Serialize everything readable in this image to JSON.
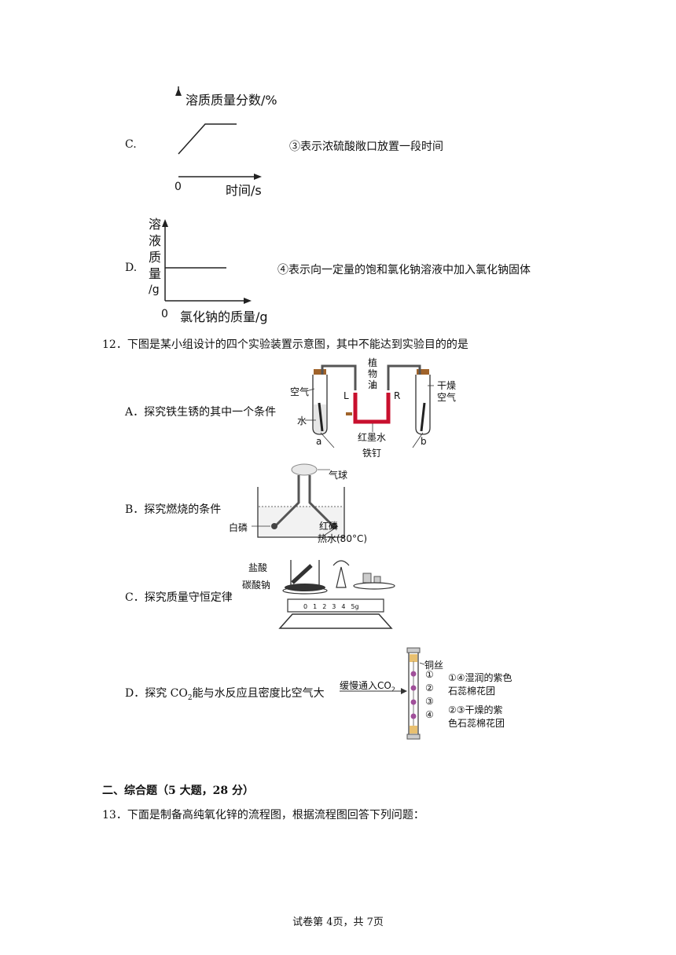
{
  "option_c": {
    "letter": "C.",
    "y_label": "溶质质量分数/%",
    "origin": "0",
    "x_label": "时间/s",
    "desc": "③表示浓硫酸敞口放置一段时间"
  },
  "option_d": {
    "letter": "D.",
    "y_label_chars": [
      "溶",
      "液",
      "质",
      "量"
    ],
    "y_unit": "/g",
    "origin": "0",
    "x_label": "氯化钠的质量/g",
    "desc": "④表示向一定量的饱和氯化钠溶液中加入氯化钠固体"
  },
  "q12": {
    "stem": "12．下图是某小组设计的四个实验装置示意图，其中不能达到实验目的的是",
    "a": {
      "text": "A．探究铁生锈的其中一个条件",
      "labels": {
        "air": "空气",
        "water": "水",
        "tube_a": "a",
        "oil": [
          "植",
          "物",
          "油"
        ],
        "L": "L",
        "R": "R",
        "dry_air": [
          "干燥",
          "空气"
        ],
        "red_ink": "红墨水",
        "nail": "铁钉",
        "tube_b": "b"
      }
    },
    "b": {
      "text": "B．探究燃烧的条件",
      "labels": {
        "balloon": "气球",
        "white_p": "白磷",
        "red_p": "红磷",
        "hot_water": "热水(80°C)"
      }
    },
    "c": {
      "text": "C．探究质量守恒定律",
      "labels": {
        "acid": "盐酸",
        "soda": "碳酸钠",
        "scale": [
          "0",
          "1",
          "2",
          "3",
          "4",
          "5g"
        ]
      }
    },
    "d": {
      "text_pre": "D．探究 CO",
      "text_sub": "2",
      "text_post": "能与水反应且密度比空气大",
      "labels": {
        "inlet_pre": "缓慢通入CO",
        "inlet_sub": "2",
        "copper": "铜丝",
        "marks": [
          "①",
          "②",
          "③",
          "④"
        ],
        "wet": [
          "①④湿润的紫色",
          "石蕊棉花团"
        ],
        "dry": [
          "②③干燥的紫",
          "色石蕊棉花团"
        ]
      }
    }
  },
  "section2": {
    "heading": "二、综合题（5 大题，28 分）",
    "q13": "13．下面是制备高纯氧化锌的流程图，根据流程图回答下列问题："
  },
  "footer": "试卷第 4页，共 7页",
  "colors": {
    "ink": "#222222",
    "red_ink": "#c8102e",
    "cork": "#a0632a",
    "cotton": "#a0509a",
    "cap": "#e8c070"
  }
}
